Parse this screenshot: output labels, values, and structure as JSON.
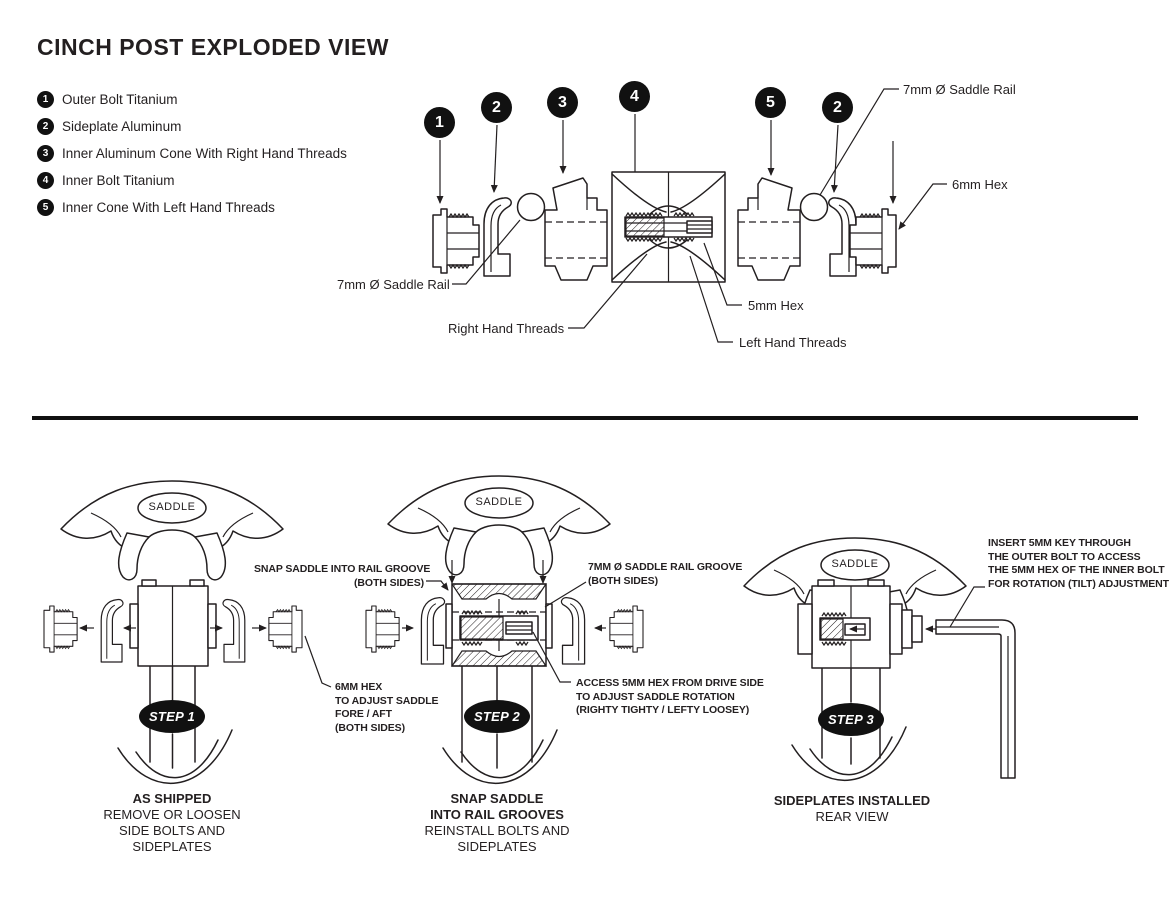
{
  "title": "CINCH POST EXPLODED VIEW",
  "colors": {
    "ink": "#231f20",
    "background": "#ffffff",
    "badge_bg": "#111111"
  },
  "legend": {
    "items": [
      {
        "num": "1",
        "label": "Outer Bolt Titanium"
      },
      {
        "num": "2",
        "label": "Sideplate Aluminum"
      },
      {
        "num": "3",
        "label": "Inner Aluminum Cone With Right Hand Threads"
      },
      {
        "num": "4",
        "label": "Inner Bolt Titanium"
      },
      {
        "num": "5",
        "label": "Inner Cone With Left Hand Threads"
      }
    ]
  },
  "exploded": {
    "badges": [
      "1",
      "2",
      "3",
      "4",
      "5",
      "2"
    ],
    "labels": {
      "saddle_rail_top": "7mm Ø Saddle Rail",
      "hex6": "6mm Hex",
      "saddle_rail_left": "7mm Ø Saddle Rail",
      "right_hand_threads": "Right Hand Threads",
      "hex5": "5mm Hex",
      "left_hand_threads": "Left Hand Threads"
    }
  },
  "annotations": {
    "snap_groove": [
      "SNAP SADDLE INTO RAIL GROOVE",
      "(BOTH SIDES)"
    ],
    "hex6_adjust": [
      "6MM HEX",
      "TO ADJUST SADDLE",
      "FORE / AFT",
      "(BOTH SIDES)"
    ],
    "rail_groove": [
      "7MM Ø SADDLE RAIL GROOVE",
      "(BOTH SIDES)"
    ],
    "access_hex": [
      "ACCESS 5MM HEX FROM DRIVE SIDE",
      "TO ADJUST SADDLE ROTATION",
      "(RIGHTY TIGHTY / LEFTY LOOSEY)"
    ],
    "insert_key": [
      "INSERT 5MM KEY THROUGH",
      "THE OUTER BOLT TO ACCESS",
      "THE 5MM HEX OF THE INNER BOLT",
      "FOR ROTATION (TILT) ADJUSTMENT"
    ]
  },
  "steps": [
    {
      "badge": "STEP 1",
      "saddle_label": "SADDLE",
      "caption": {
        "bold": [
          "AS SHIPPED"
        ],
        "normal": [
          "REMOVE OR LOOSEN",
          "SIDE BOLTS AND",
          "SIDEPLATES"
        ]
      }
    },
    {
      "badge": "STEP 2",
      "saddle_label": "SADDLE",
      "caption": {
        "bold": [
          "SNAP SADDLE",
          "INTO RAIL GROOVES"
        ],
        "normal": [
          "REINSTALL BOLTS AND",
          "SIDEPLATES"
        ]
      }
    },
    {
      "badge": "STEP 3",
      "saddle_label": "SADDLE",
      "caption": {
        "bold": [
          "SIDEPLATES INSTALLED"
        ],
        "normal": [
          "REAR VIEW"
        ]
      }
    }
  ]
}
